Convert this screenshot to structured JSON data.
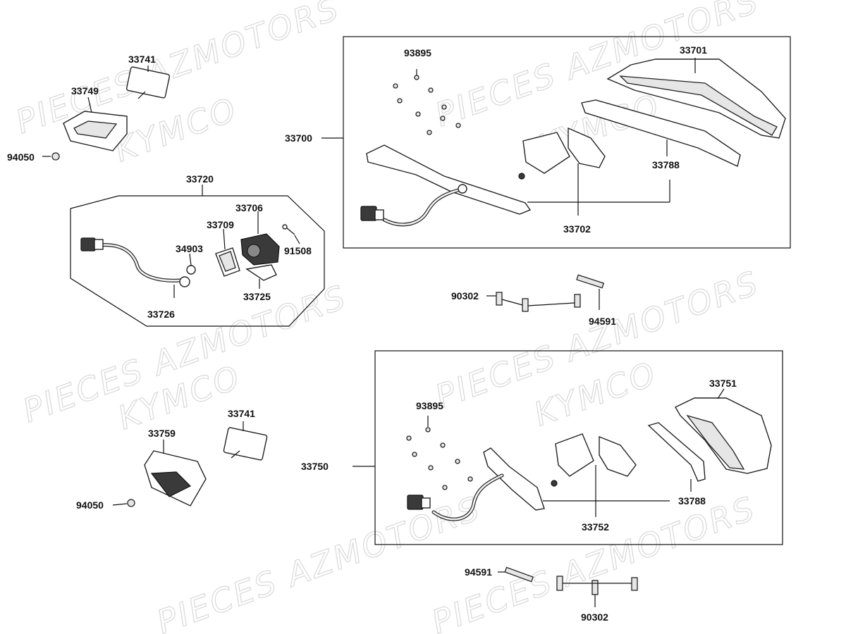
{
  "watermarks": [
    {
      "text": "PIECES AZMOTORS"
    },
    {
      "text": "KYMCO"
    }
  ],
  "groups": {
    "rear_box_group": "33700",
    "front_box_group": "33750",
    "license_lamp_group": "33720"
  },
  "parts": {
    "top_license_plate": "33741",
    "top_reflector_housing": "33749",
    "top_nut": "94050",
    "license_lamp_assy": "33720",
    "lamp_socket_cover": "33706",
    "lamp_lens": "33709",
    "bulb": "34903",
    "lamp_screw": "91508",
    "lamp_bracket": "33725",
    "lamp_harness": "33726",
    "rear_box_screw": "93895",
    "rear_box_lens": "33701",
    "rear_box_assy": "33700",
    "rear_box_gasket": "33788",
    "rear_box_pcb": "33702",
    "mid_screw": "90302",
    "mid_cable_tie": "94591",
    "bottom_license_plate": "33741",
    "bottom_reflector_housing": "33759",
    "bottom_nut": "94050",
    "front_box_screw": "93895",
    "front_box_lens": "33751",
    "front_box_assy": "33750",
    "front_box_gasket": "33788",
    "front_box_pcb": "33752",
    "bottom_cable_tie": "94591",
    "bottom_screw": "90302"
  }
}
